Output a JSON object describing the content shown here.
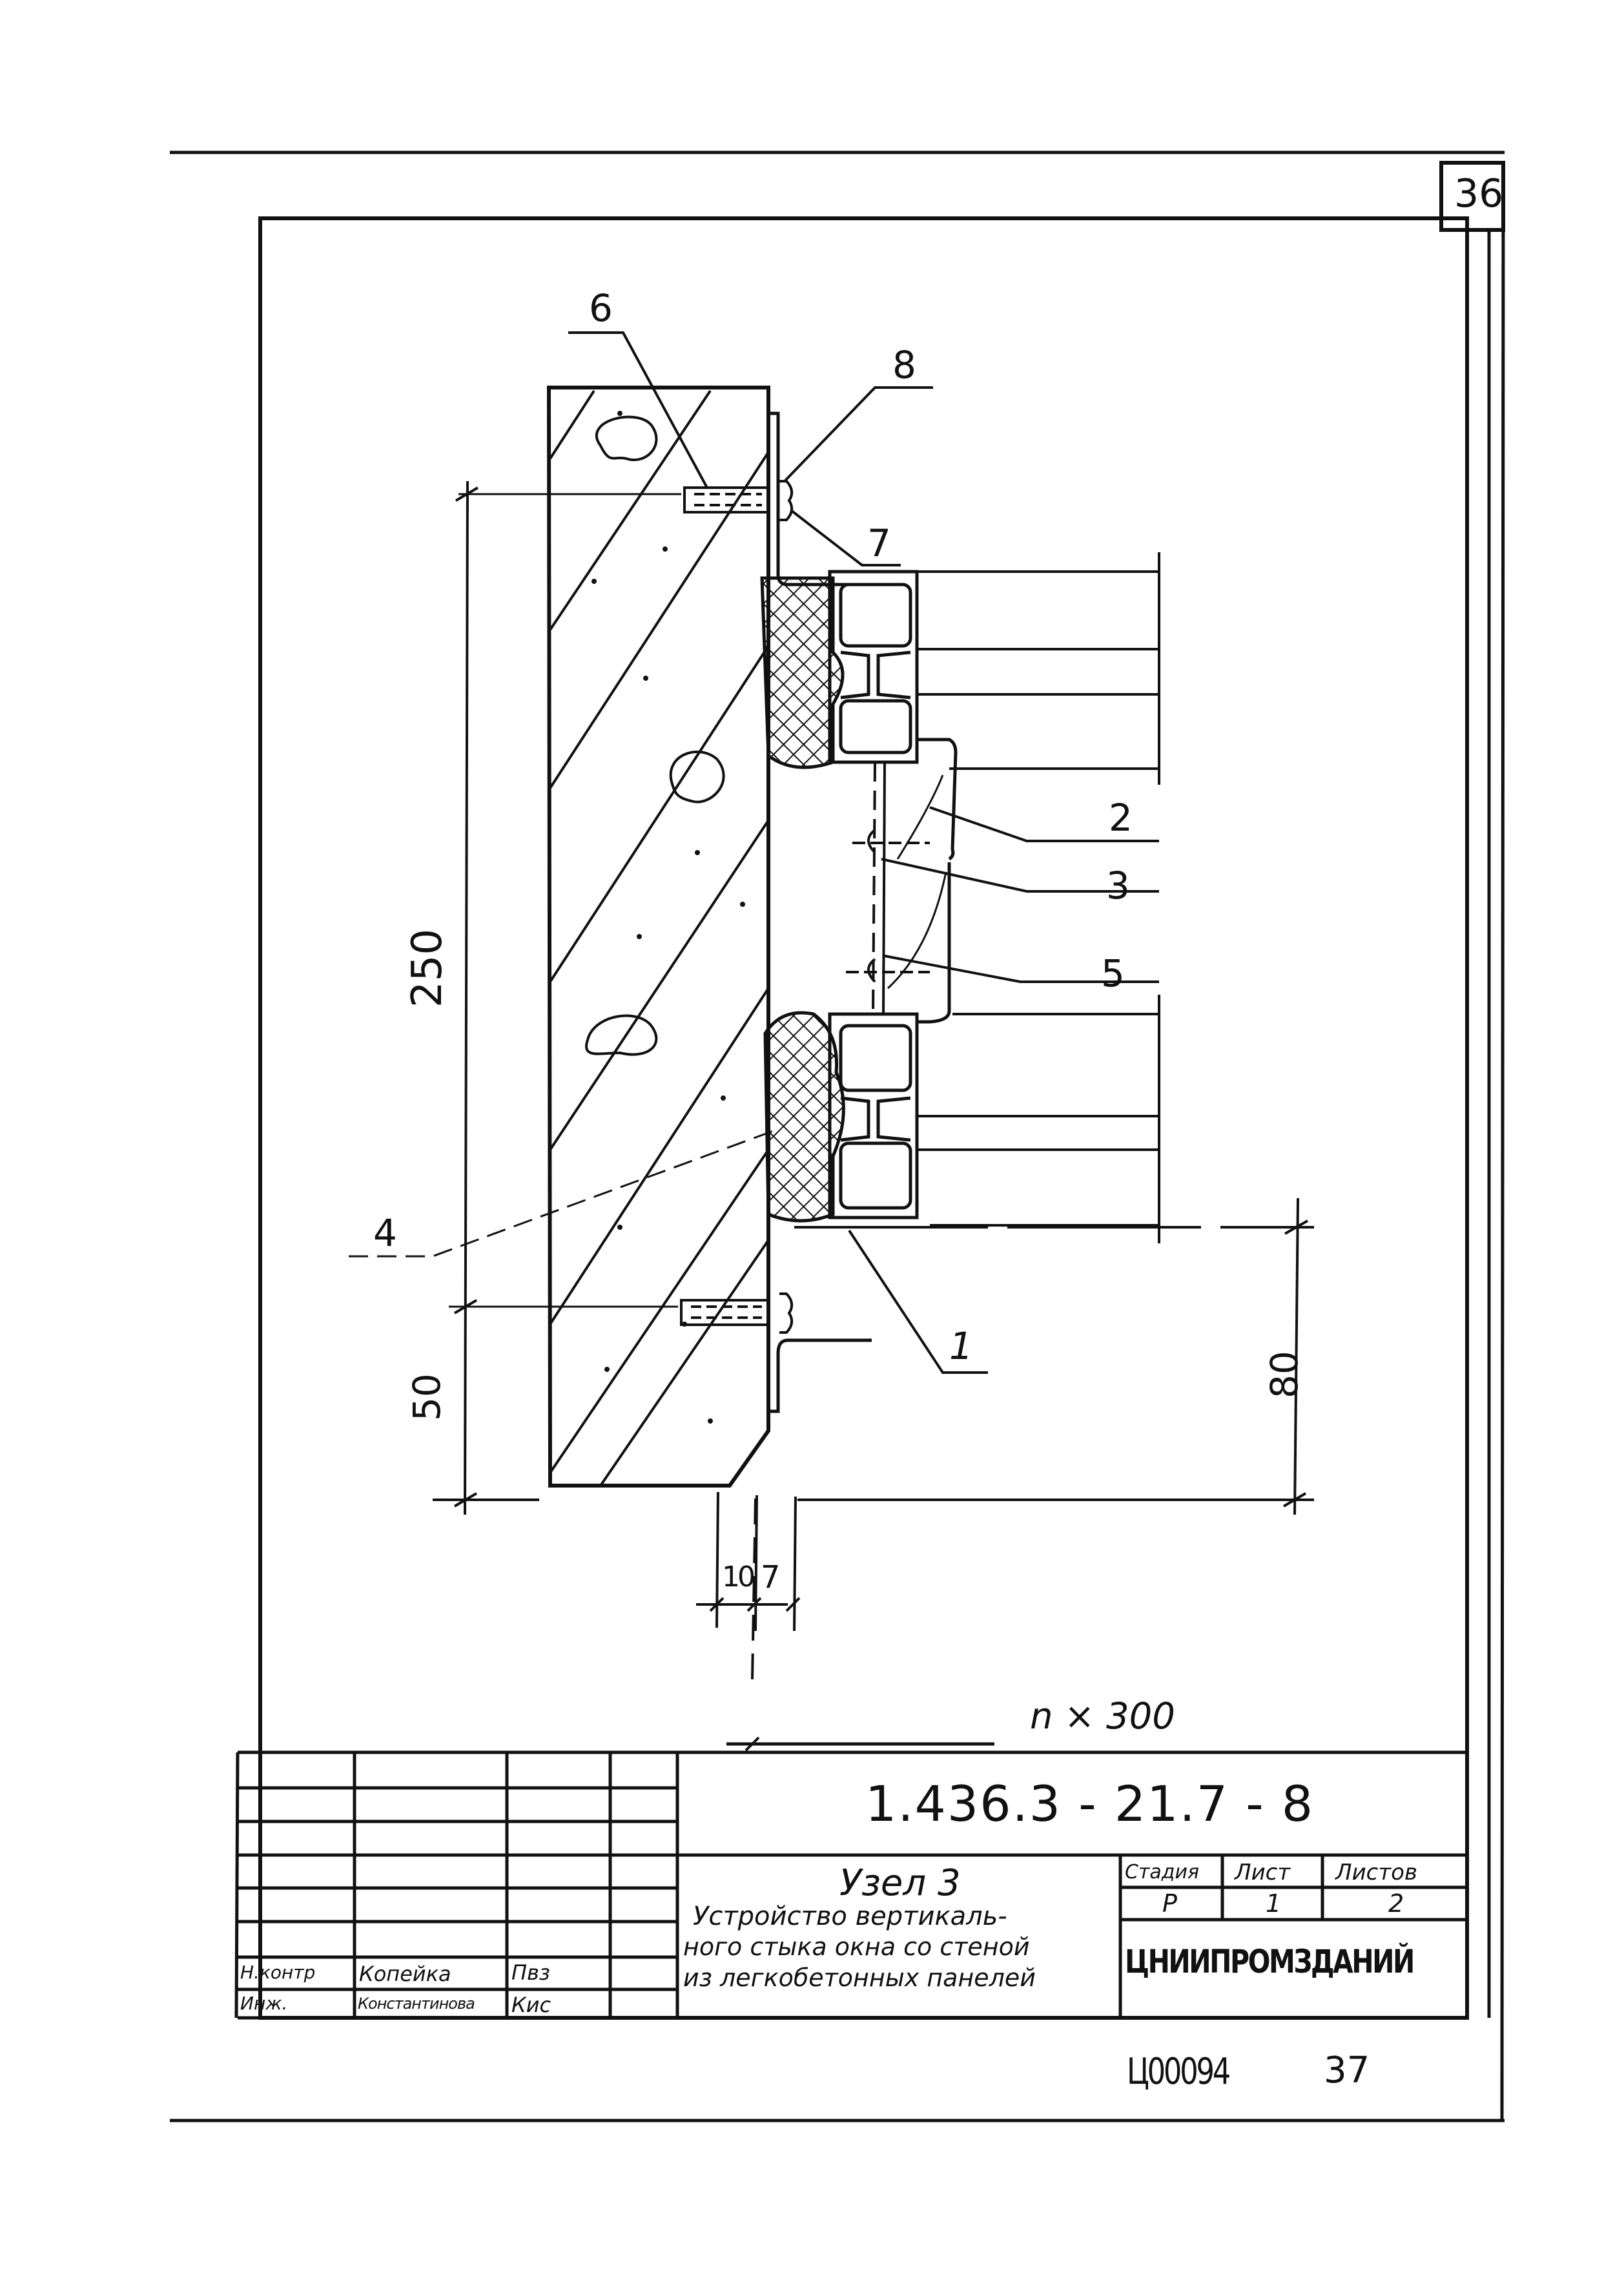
{
  "sheet": {
    "page_number_box": "36",
    "drawing": {
      "title": "Узел 3",
      "callouts": [
        {
          "id": "1",
          "label": "1"
        },
        {
          "id": "2",
          "label": "2"
        },
        {
          "id": "3",
          "label": "3"
        },
        {
          "id": "4",
          "label": "4"
        },
        {
          "id": "5",
          "label": "5"
        },
        {
          "id": "6",
          "label": "6"
        },
        {
          "id": "7",
          "label": "7"
        },
        {
          "id": "8",
          "label": "8"
        }
      ],
      "dimensions": {
        "d250": "250",
        "d50": "50",
        "d80": "80",
        "d10": "10",
        "d7": "7",
        "span": "n × 300"
      }
    },
    "title_block": {
      "designation": "1.436.3 - 21.7 - 8",
      "title_line1": "Узел 3",
      "title_line2": "Устройство вертикаль-",
      "title_line3": "ного стыка окна со стеной",
      "title_line4": "из легкобетонных панелей",
      "stage_header": "Стадия",
      "sheet_header": "Лист",
      "sheets_header": "Листов",
      "stage_value": "Р",
      "sheet_value": "1",
      "sheets_value": "2",
      "organization": "ЦНИИПРОМЗДАНИЙ",
      "signatures": [
        {
          "role": "Н.контр",
          "name": "Копейка",
          "sign": "Пвз"
        },
        {
          "role": "Инж.",
          "name": "Константинова",
          "sign": "Кис"
        }
      ]
    },
    "footer": {
      "archive_number": "Ц00094",
      "page": "37"
    }
  }
}
